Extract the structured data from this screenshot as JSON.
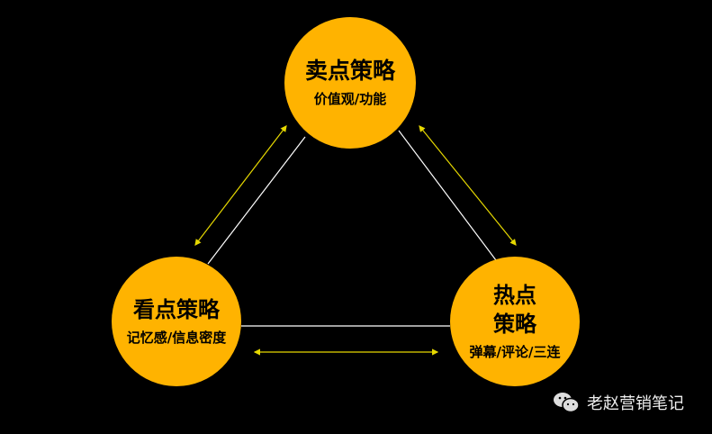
{
  "nodes": {
    "top": {
      "title": "卖点策略",
      "subtitle": "价值观/功能"
    },
    "left": {
      "title": "看点策略",
      "subtitle": "记忆感/信息密度"
    },
    "right": {
      "title": "热点策略",
      "subtitle": "弹幕/评论/三连"
    }
  },
  "brand": {
    "label": "老赵营销笔记",
    "icon": "wechat-icon"
  },
  "colors": {
    "node": "#FFB300",
    "connector": "#FFFFFF",
    "arrow": "#E6D800",
    "background": "#000000"
  }
}
